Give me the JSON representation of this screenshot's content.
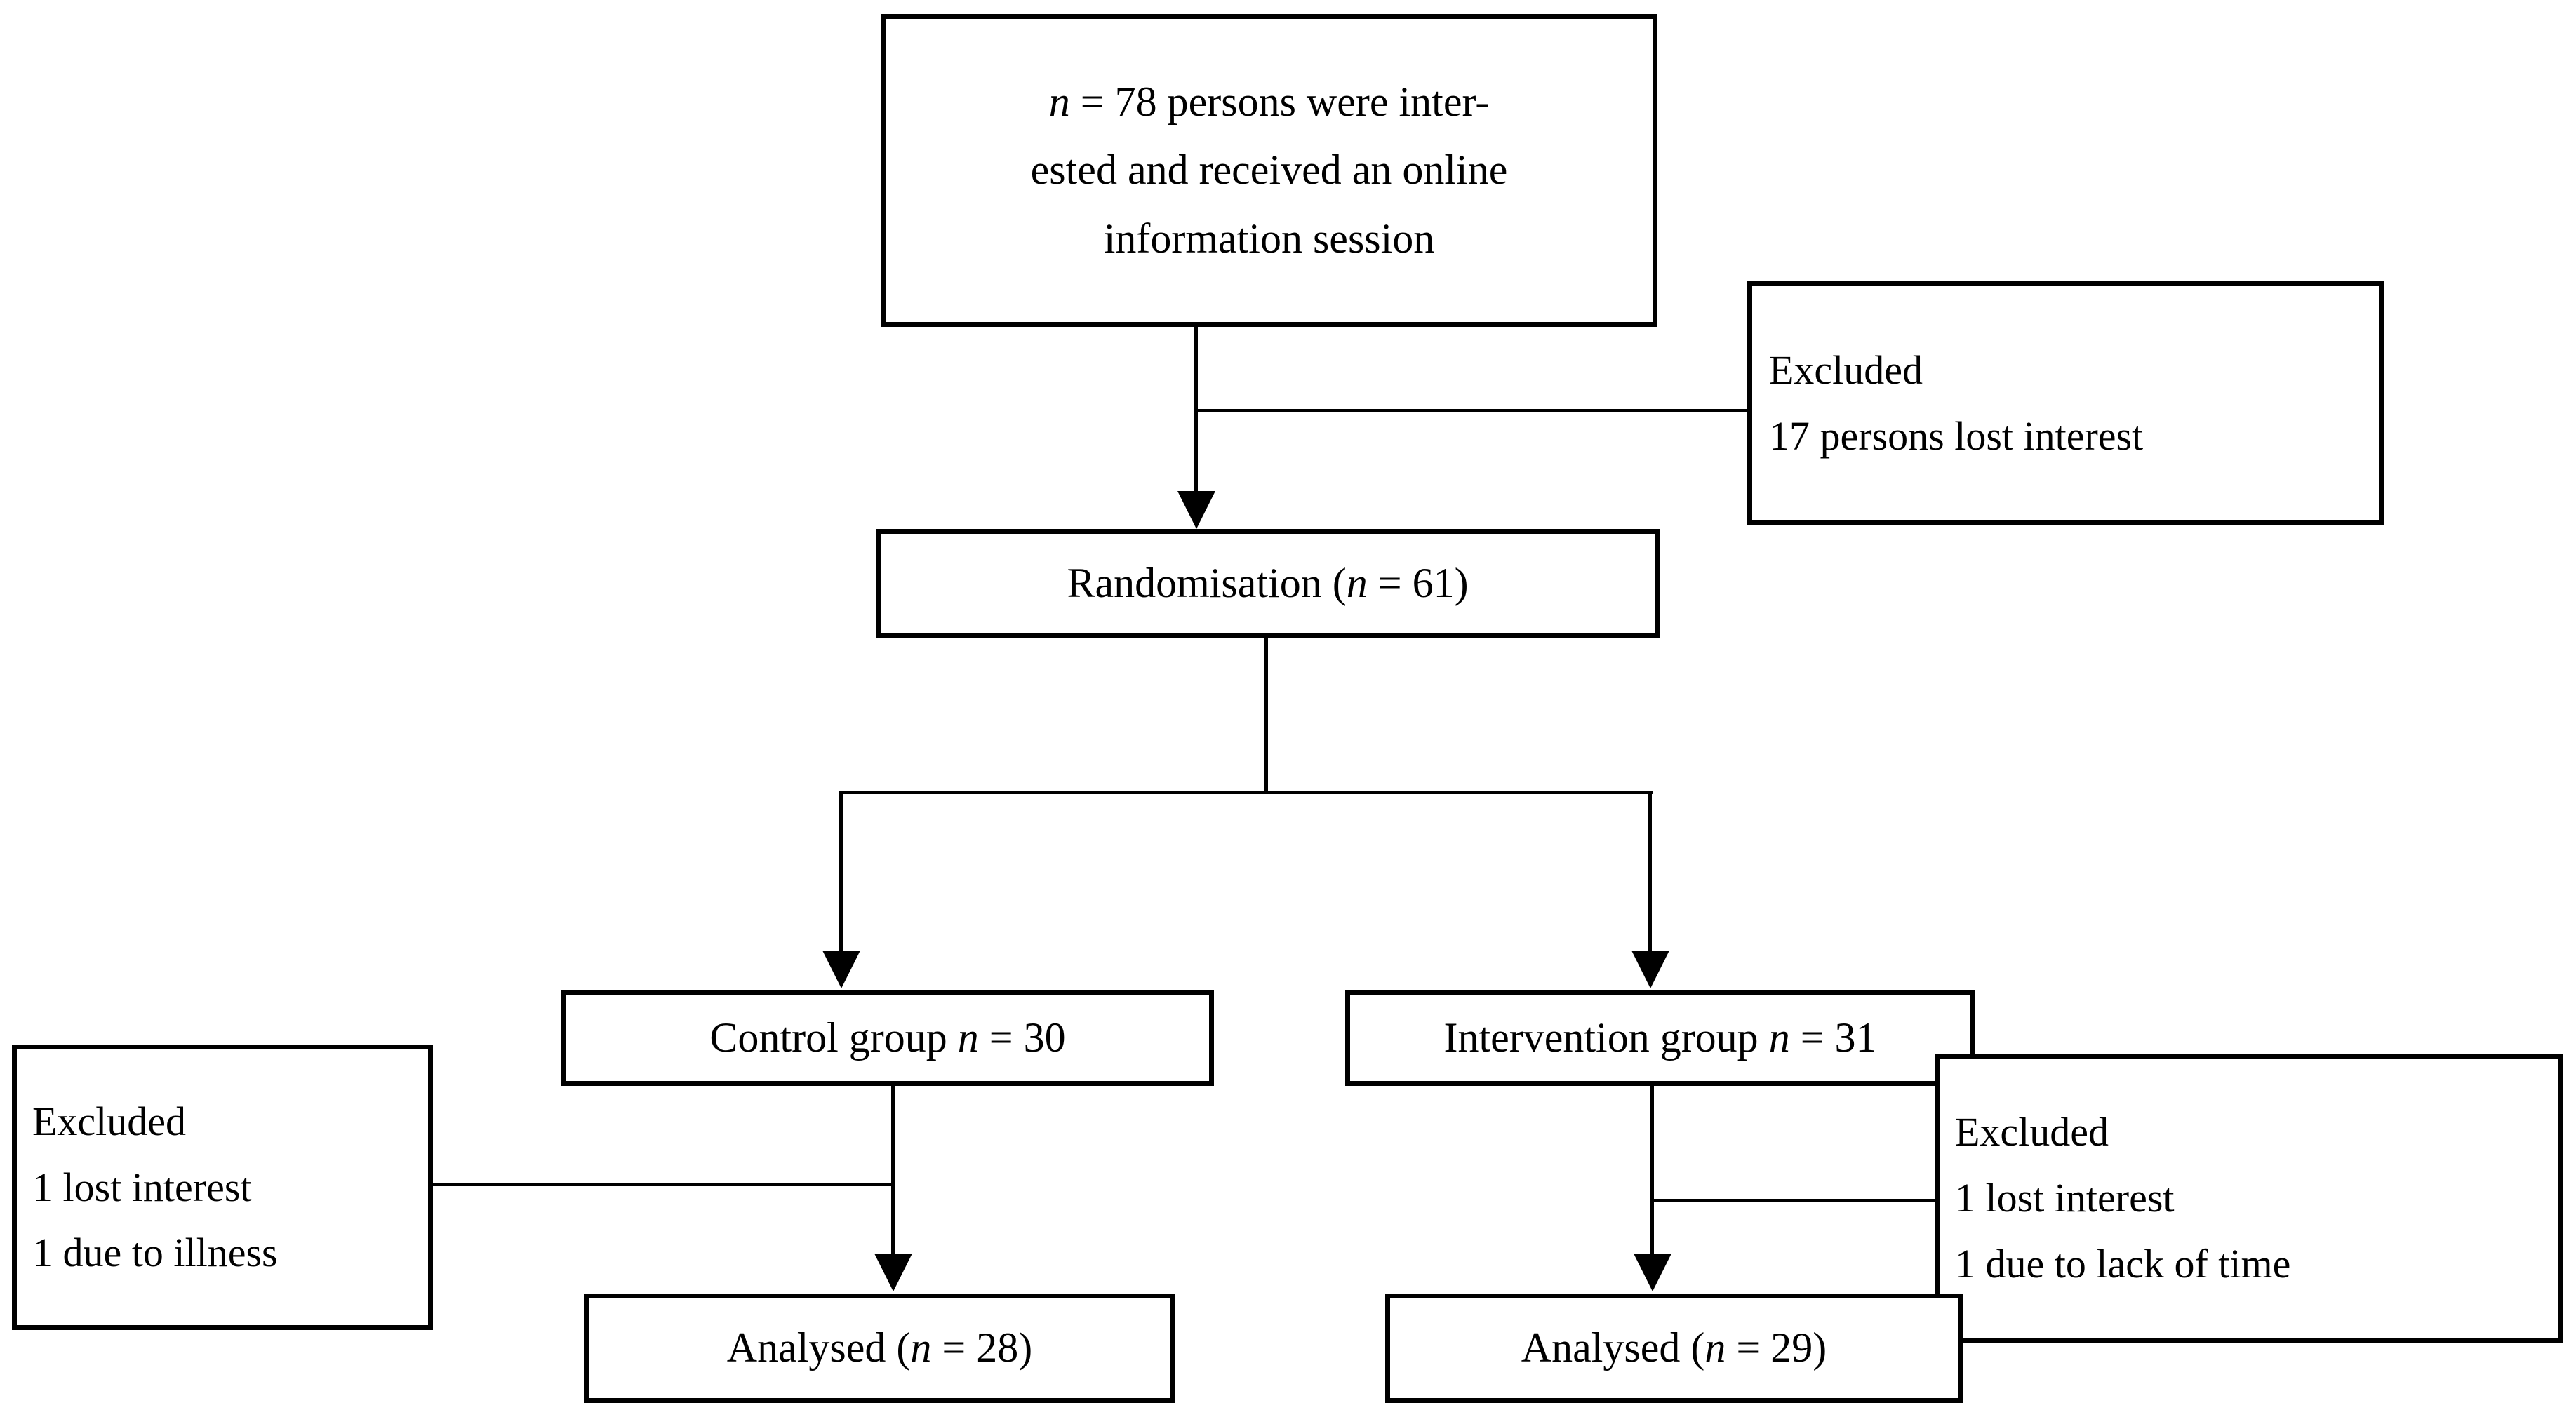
{
  "diagram": {
    "title": "CONSORT participant flow diagram",
    "colors": {
      "stroke": "#000000",
      "background": "#ffffff",
      "text": "#000000"
    },
    "nodes": {
      "screened": {
        "id": "screened-box",
        "lines": [
          {
            "prefix_italic": "n",
            "rest": " = 78 persons were inter-"
          },
          {
            "prefix_italic": "",
            "rest": "ested and received an online"
          },
          {
            "prefix_italic": "",
            "rest": "information session"
          }
        ],
        "plain": "n = 78 persons were interested and received an online information session"
      },
      "excluded_top": {
        "id": "excluded-top-box",
        "lines": [
          {
            "prefix_italic": "",
            "rest": "Excluded"
          },
          {
            "prefix_italic": "",
            "rest": "17 persons lost interest"
          }
        ],
        "heading": "Excluded",
        "reason": "17 persons lost interest",
        "count": 17
      },
      "randomisation": {
        "id": "randomisation-box",
        "label_before": "Randomisation (",
        "label_italic": "n",
        "label_after": " = 61)",
        "plain": "Randomisation (n = 61)",
        "n": 61
      },
      "control_group": {
        "id": "control-group-box",
        "label_before": "Control group ",
        "label_italic": "n",
        "label_after": " = 30",
        "plain": "Control group n = 30",
        "n": 30
      },
      "intervention_group": {
        "id": "intervention-group-box",
        "label_before": "Intervention group ",
        "label_italic": "n",
        "label_after": " = 31",
        "plain": "Intervention group n = 31",
        "n": 31
      },
      "excluded_control": {
        "id": "excluded-control-box",
        "lines": [
          {
            "prefix_italic": "",
            "rest": "Excluded"
          },
          {
            "prefix_italic": "",
            "rest": "1 lost interest"
          },
          {
            "prefix_italic": "",
            "rest": "1 due to illness"
          }
        ],
        "heading": "Excluded",
        "reasons": [
          "1 lost interest",
          "1 due to illness"
        ],
        "count": 2
      },
      "excluded_intervention": {
        "id": "excluded-intervention-box",
        "lines": [
          {
            "prefix_italic": "",
            "rest": "Excluded"
          },
          {
            "prefix_italic": "",
            "rest": "1 lost interest"
          },
          {
            "prefix_italic": "",
            "rest": "1 due to lack of time"
          }
        ],
        "heading": "Excluded",
        "reasons": [
          "1 lost interest",
          "1 due to lack of time"
        ],
        "count": 2
      },
      "analysed_control": {
        "id": "analysed-control-box",
        "label_before": "Analysed (",
        "label_italic": "n",
        "label_after": " = 28)",
        "plain": "Analysed (n = 28)",
        "n": 28
      },
      "analysed_intervention": {
        "id": "analysed-intervention-box",
        "label_before": "Analysed (",
        "label_italic": "n",
        "label_after": " = 29)",
        "plain": "Analysed (n = 29)",
        "n": 29
      }
    },
    "edges": [
      {
        "from": "screened",
        "to": "randomisation",
        "type": "arrow"
      },
      {
        "from": "screened",
        "to": "excluded_top",
        "type": "line"
      },
      {
        "from": "randomisation",
        "to": "control_group",
        "type": "arrow"
      },
      {
        "from": "randomisation",
        "to": "intervention_group",
        "type": "arrow"
      },
      {
        "from": "control_group",
        "to": "analysed_control",
        "type": "arrow"
      },
      {
        "from": "intervention_group",
        "to": "analysed_intervention",
        "type": "arrow"
      },
      {
        "from": "control_group",
        "to": "excluded_control",
        "type": "line"
      },
      {
        "from": "intervention_group",
        "to": "excluded_intervention",
        "type": "line"
      }
    ]
  }
}
